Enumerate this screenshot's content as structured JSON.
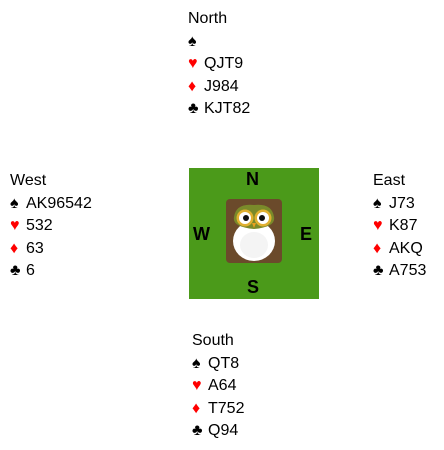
{
  "hands": {
    "north": {
      "name": "North",
      "spades": "",
      "hearts": "QJT9",
      "diamonds": "J984",
      "clubs": "KJT82"
    },
    "west": {
      "name": "West",
      "spades": "AK96542",
      "hearts": "532",
      "diamonds": "63",
      "clubs": "6"
    },
    "east": {
      "name": "East",
      "spades": "J73",
      "hearts": "K87",
      "diamonds": "AKQ",
      "clubs": "A753"
    },
    "south": {
      "name": "South",
      "spades": "QT8",
      "hearts": "A64",
      "diamonds": "T752",
      "clubs": "Q94"
    }
  },
  "symbols": {
    "spades": "♠",
    "hearts": "♥",
    "diamonds": "♦",
    "clubs": "♣"
  },
  "compass": {
    "north": "N",
    "south": "S",
    "west": "W",
    "east": "E",
    "center_icon": "owl-icon",
    "background": "#4b9a1a"
  },
  "colors": {
    "red_suit": "#ff0000",
    "black_suit": "#000000"
  }
}
